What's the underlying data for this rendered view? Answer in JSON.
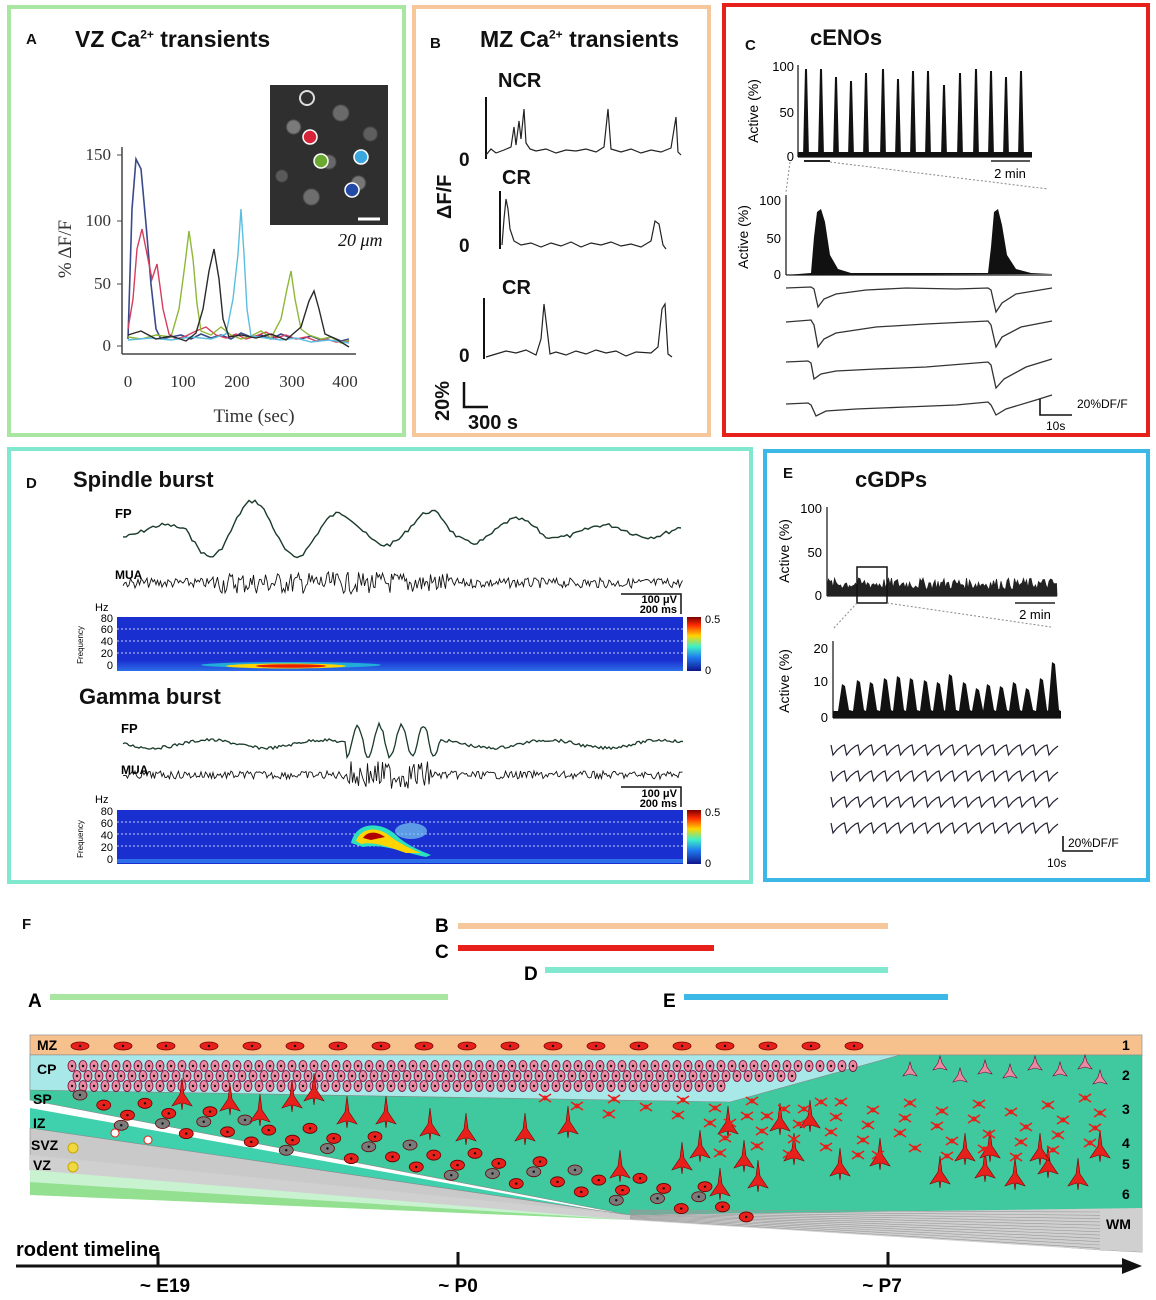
{
  "panels": {
    "A": {
      "label": "A",
      "title_main": "VZ Ca",
      "title_sup": "2+",
      "title_tail": " transients",
      "ylabel": "% ΔF/F",
      "xlabel": "Time (sec)",
      "yticks": [
        "0",
        "50",
        "100",
        "150"
      ],
      "xticks": [
        "0",
        "100",
        "200",
        "300",
        "400"
      ],
      "scalebar": "20 μm",
      "border_color": "#a8e6a1"
    },
    "B": {
      "label": "B",
      "title_main": "MZ Ca",
      "title_sup": "2+",
      "title_tail": " transients",
      "traces": [
        "NCR",
        "CR",
        "CR"
      ],
      "zero": "0",
      "ylabel": "ΔF/F",
      "scale_y": "20%",
      "scale_x": "300 s",
      "border_color": "#f6c79a"
    },
    "C": {
      "label": "C",
      "title": "cENOs",
      "ylabel": "Active (%)",
      "top_ticks": [
        "100",
        "50",
        "0"
      ],
      "top_scale": "2 min",
      "zoom_ticks": [
        "100",
        "50",
        "0"
      ],
      "scale_df": "20%DF/F",
      "scale_t": "10s",
      "border_color": "#e8201c"
    },
    "D": {
      "label": "D",
      "title1": "Spindle burst",
      "title2": "Gamma burst",
      "fp": "FP",
      "mua": "MUA",
      "scale_uv": "100 μV",
      "scale_ms": "200 ms",
      "hz": "Hz",
      "freq_label": "Frequency",
      "freq_ticks": [
        "80",
        "60",
        "40",
        "20",
        "0"
      ],
      "cbar_ticks": [
        "0.5",
        "0"
      ],
      "border_color": "#7fe8cf"
    },
    "E": {
      "label": "E",
      "title": "cGDPs",
      "ylabel": "Active (%)",
      "top_ticks": [
        "100",
        "50",
        "0"
      ],
      "top_scale": "2 min",
      "zoom_ticks": [
        "20",
        "10",
        "0"
      ],
      "scale_df": "20%DF/F",
      "scale_t": "10s",
      "border_color": "#3cb8e6"
    },
    "F": {
      "label": "F",
      "bars": [
        {
          "name": "B",
          "color": "#f6c79a"
        },
        {
          "name": "C",
          "color": "#e8201c"
        },
        {
          "name": "D",
          "color": "#7fe8cf"
        },
        {
          "name": "A",
          "color": "#a8e6a1"
        },
        {
          "name": "E",
          "color": "#3cb8e6"
        }
      ],
      "zones_left": [
        "MZ",
        "CP",
        "SP",
        "IZ",
        "SVZ",
        "VZ"
      ],
      "layers_right": [
        "1",
        "2",
        "3",
        "4",
        "5",
        "6",
        "WM"
      ],
      "timeline_label": "rodent timeline",
      "ticks": [
        "~ E19",
        "~ P0",
        "~ P7"
      ]
    }
  }
}
